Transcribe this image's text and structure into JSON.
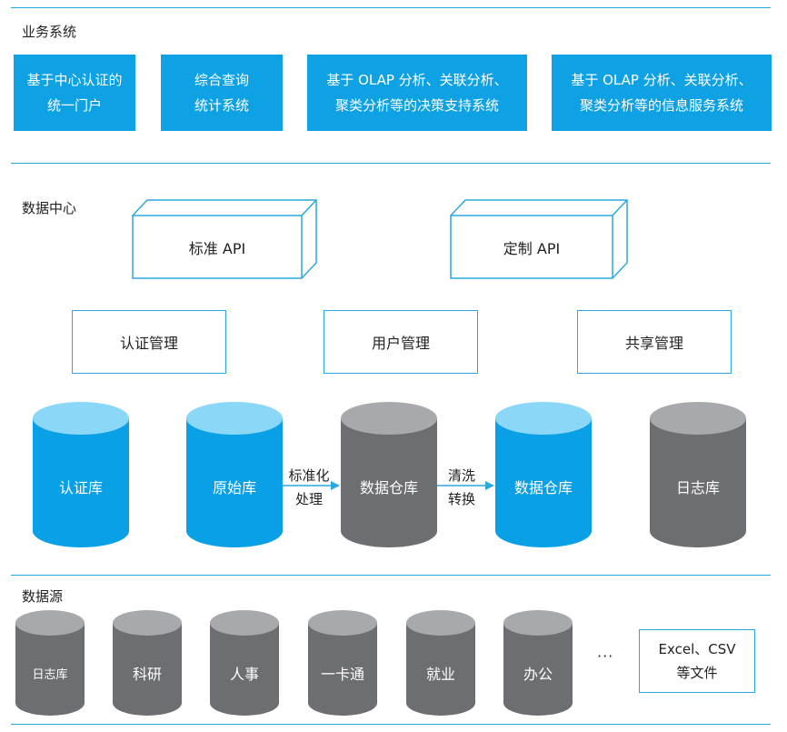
{
  "sections": {
    "business": "业务系统",
    "data_center": "数据中心",
    "data_source": "数据源"
  },
  "business_systems": [
    {
      "label": "基于中心认证的\n统一门户"
    },
    {
      "label": "综合查询\n统计系统"
    },
    {
      "label": "基于 OLAP 分析、关联分析、\n聚类分析等的决策支持系统"
    },
    {
      "label": "基于 OLAP 分析、关联分析、\n聚类分析等的信息服务系统"
    }
  ],
  "apis": [
    {
      "label": "标准 API"
    },
    {
      "label": "定制 API"
    }
  ],
  "management": [
    {
      "label": "认证管理"
    },
    {
      "label": "用户管理"
    },
    {
      "label": "共享管理"
    }
  ],
  "databases": [
    {
      "label": "认证库",
      "color": "blue"
    },
    {
      "label": "原始库",
      "color": "blue"
    },
    {
      "label": "数据仓库",
      "color": "gray"
    },
    {
      "label": "数据仓库",
      "color": "blue"
    },
    {
      "label": "日志库",
      "color": "gray"
    }
  ],
  "arrows": [
    {
      "label": "标准化\n处理"
    },
    {
      "label": "清洗\n转换"
    }
  ],
  "sources": [
    {
      "label": "日志库"
    },
    {
      "label": "科研"
    },
    {
      "label": "人事"
    },
    {
      "label": "一卡通"
    },
    {
      "label": "就业"
    },
    {
      "label": "办公"
    }
  ],
  "ellipsis": "···",
  "file_box": {
    "label": "Excel、CSV\n等文件"
  },
  "colors": {
    "accent_blue": "#0ea1e4",
    "line_blue": "#29a8e0",
    "cyl_blue": "#0aa0e6",
    "cyl_blue_top": "#8ad7f7",
    "cyl_gray": "#6d6e71",
    "cyl_gray_top": "#a7a9ac"
  }
}
